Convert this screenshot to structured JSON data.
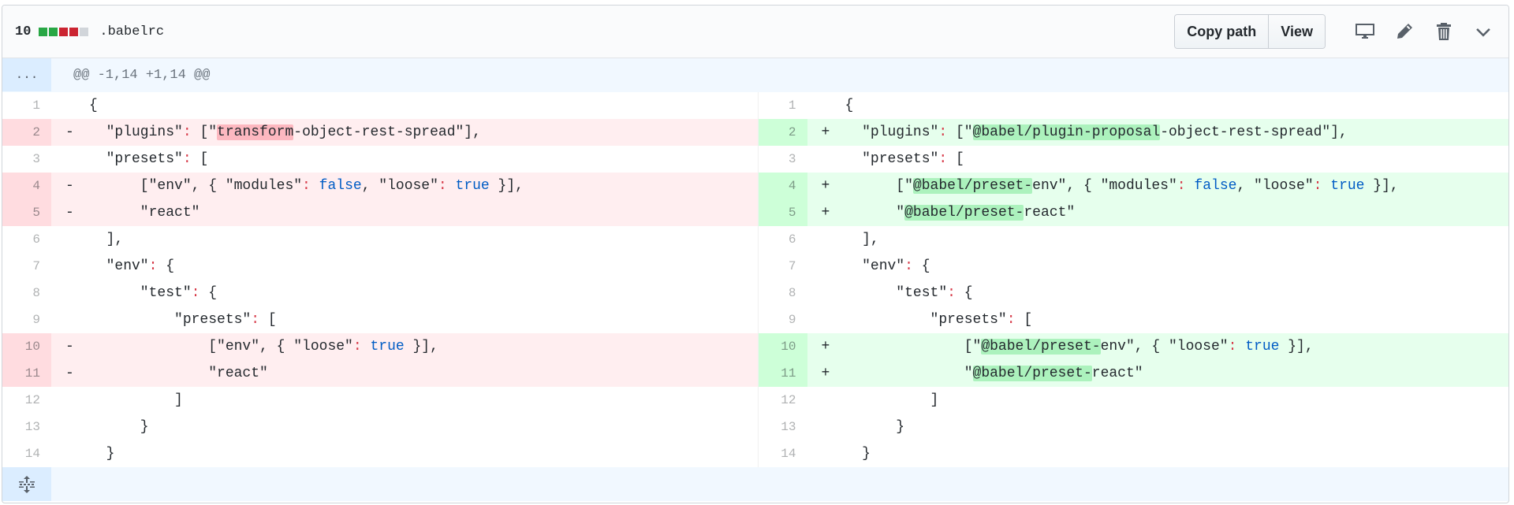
{
  "file_header": {
    "diffstat_count": "10",
    "diffstat_blocks": [
      "#28a745",
      "#28a745",
      "#cb2431",
      "#cb2431",
      "#d1d5da"
    ],
    "file_name": ".babelrc",
    "copy_path_label": "Copy path",
    "view_label": "View",
    "icons": [
      "desktop-icon",
      "pencil-icon",
      "trash-icon",
      "chevron-down-icon"
    ]
  },
  "hunk": {
    "expander": "...",
    "header": "@@ -1,14 +1,14 @@"
  },
  "colors": {
    "deletion_bg": "#ffeef0",
    "deletion_num_bg": "#ffdce0",
    "deletion_highlight": "#fdb8c0",
    "addition_bg": "#e6ffed",
    "addition_num_bg": "#cdffd8",
    "addition_highlight": "#acf2bd",
    "hunk_bg": "#f1f8ff"
  },
  "rows": [
    {
      "left": {
        "num": "1",
        "type": "ctx",
        "marker": "",
        "segs": [
          [
            "{",
            ""
          ]
        ]
      },
      "right": {
        "num": "1",
        "type": "ctx",
        "marker": "",
        "segs": [
          [
            "{",
            ""
          ]
        ]
      }
    },
    {
      "left": {
        "num": "2",
        "type": "del",
        "marker": "-",
        "segs": [
          [
            "  \"plugins\"",
            ""
          ],
          [
            ":",
            "pun"
          ],
          [
            " [\"",
            ""
          ],
          [
            "transform",
            "hl"
          ],
          [
            "-object-rest-spread\"],",
            ""
          ]
        ]
      },
      "right": {
        "num": "2",
        "type": "add",
        "marker": "+",
        "segs": [
          [
            "  \"plugins\"",
            ""
          ],
          [
            ":",
            "pun"
          ],
          [
            " [\"",
            ""
          ],
          [
            "@babel/plugin-proposal",
            "hl"
          ],
          [
            "-object-rest-spread\"],",
            ""
          ]
        ]
      }
    },
    {
      "left": {
        "num": "3",
        "type": "ctx",
        "marker": "",
        "segs": [
          [
            "  \"presets\"",
            ""
          ],
          [
            ":",
            "pun"
          ],
          [
            " [",
            ""
          ]
        ]
      },
      "right": {
        "num": "3",
        "type": "ctx",
        "marker": "",
        "segs": [
          [
            "  \"presets\"",
            ""
          ],
          [
            ":",
            "pun"
          ],
          [
            " [",
            ""
          ]
        ]
      }
    },
    {
      "left": {
        "num": "4",
        "type": "del",
        "marker": "-",
        "segs": [
          [
            "      [\"env\", { \"modules\"",
            ""
          ],
          [
            ":",
            "pun"
          ],
          [
            " ",
            ""
          ],
          [
            "false",
            "kw"
          ],
          [
            ", \"loose\"",
            ""
          ],
          [
            ":",
            "pun"
          ],
          [
            " ",
            ""
          ],
          [
            "true",
            "kw"
          ],
          [
            " }],",
            ""
          ]
        ]
      },
      "right": {
        "num": "4",
        "type": "add",
        "marker": "+",
        "segs": [
          [
            "      [\"",
            ""
          ],
          [
            "@babel/preset-",
            "hl"
          ],
          [
            "env\", { \"modules\"",
            ""
          ],
          [
            ":",
            "pun"
          ],
          [
            " ",
            ""
          ],
          [
            "false",
            "kw"
          ],
          [
            ", \"loose\"",
            ""
          ],
          [
            ":",
            "pun"
          ],
          [
            " ",
            ""
          ],
          [
            "true",
            "kw"
          ],
          [
            " }],",
            ""
          ]
        ]
      }
    },
    {
      "left": {
        "num": "5",
        "type": "del",
        "marker": "-",
        "segs": [
          [
            "      \"react\"",
            ""
          ]
        ]
      },
      "right": {
        "num": "5",
        "type": "add",
        "marker": "+",
        "segs": [
          [
            "      \"",
            ""
          ],
          [
            "@babel/preset-",
            "hl"
          ],
          [
            "react\"",
            ""
          ]
        ]
      }
    },
    {
      "left": {
        "num": "6",
        "type": "ctx",
        "marker": "",
        "segs": [
          [
            "  ],",
            ""
          ]
        ]
      },
      "right": {
        "num": "6",
        "type": "ctx",
        "marker": "",
        "segs": [
          [
            "  ],",
            ""
          ]
        ]
      }
    },
    {
      "left": {
        "num": "7",
        "type": "ctx",
        "marker": "",
        "segs": [
          [
            "  \"env\"",
            ""
          ],
          [
            ":",
            "pun"
          ],
          [
            " {",
            ""
          ]
        ]
      },
      "right": {
        "num": "7",
        "type": "ctx",
        "marker": "",
        "segs": [
          [
            "  \"env\"",
            ""
          ],
          [
            ":",
            "pun"
          ],
          [
            " {",
            ""
          ]
        ]
      }
    },
    {
      "left": {
        "num": "8",
        "type": "ctx",
        "marker": "",
        "segs": [
          [
            "      \"test\"",
            ""
          ],
          [
            ":",
            "pun"
          ],
          [
            " {",
            ""
          ]
        ]
      },
      "right": {
        "num": "8",
        "type": "ctx",
        "marker": "",
        "segs": [
          [
            "      \"test\"",
            ""
          ],
          [
            ":",
            "pun"
          ],
          [
            " {",
            ""
          ]
        ]
      }
    },
    {
      "left": {
        "num": "9",
        "type": "ctx",
        "marker": "",
        "segs": [
          [
            "          \"presets\"",
            ""
          ],
          [
            ":",
            "pun"
          ],
          [
            " [",
            ""
          ]
        ]
      },
      "right": {
        "num": "9",
        "type": "ctx",
        "marker": "",
        "segs": [
          [
            "          \"presets\"",
            ""
          ],
          [
            ":",
            "pun"
          ],
          [
            " [",
            ""
          ]
        ]
      }
    },
    {
      "left": {
        "num": "10",
        "type": "del",
        "marker": "-",
        "segs": [
          [
            "              [\"env\", { \"loose\"",
            ""
          ],
          [
            ":",
            "pun"
          ],
          [
            " ",
            ""
          ],
          [
            "true",
            "kw"
          ],
          [
            " }],",
            ""
          ]
        ]
      },
      "right": {
        "num": "10",
        "type": "add",
        "marker": "+",
        "segs": [
          [
            "              [\"",
            ""
          ],
          [
            "@babel/preset-",
            "hl"
          ],
          [
            "env\", { \"loose\"",
            ""
          ],
          [
            ":",
            "pun"
          ],
          [
            " ",
            ""
          ],
          [
            "true",
            "kw"
          ],
          [
            " }],",
            ""
          ]
        ]
      }
    },
    {
      "left": {
        "num": "11",
        "type": "del",
        "marker": "-",
        "segs": [
          [
            "              \"react\"",
            ""
          ]
        ]
      },
      "right": {
        "num": "11",
        "type": "add",
        "marker": "+",
        "segs": [
          [
            "              \"",
            ""
          ],
          [
            "@babel/preset-",
            "hl"
          ],
          [
            "react\"",
            ""
          ]
        ]
      }
    },
    {
      "left": {
        "num": "12",
        "type": "ctx",
        "marker": "",
        "segs": [
          [
            "          ]",
            ""
          ]
        ]
      },
      "right": {
        "num": "12",
        "type": "ctx",
        "marker": "",
        "segs": [
          [
            "          ]",
            ""
          ]
        ]
      }
    },
    {
      "left": {
        "num": "13",
        "type": "ctx",
        "marker": "",
        "segs": [
          [
            "      }",
            ""
          ]
        ]
      },
      "right": {
        "num": "13",
        "type": "ctx",
        "marker": "",
        "segs": [
          [
            "      }",
            ""
          ]
        ]
      }
    },
    {
      "left": {
        "num": "14",
        "type": "ctx",
        "marker": "",
        "segs": [
          [
            "  }",
            ""
          ]
        ]
      },
      "right": {
        "num": "14",
        "type": "ctx",
        "marker": "",
        "segs": [
          [
            "  }",
            ""
          ]
        ]
      }
    }
  ],
  "footer": {
    "expand_icon": "unfold-icon"
  }
}
